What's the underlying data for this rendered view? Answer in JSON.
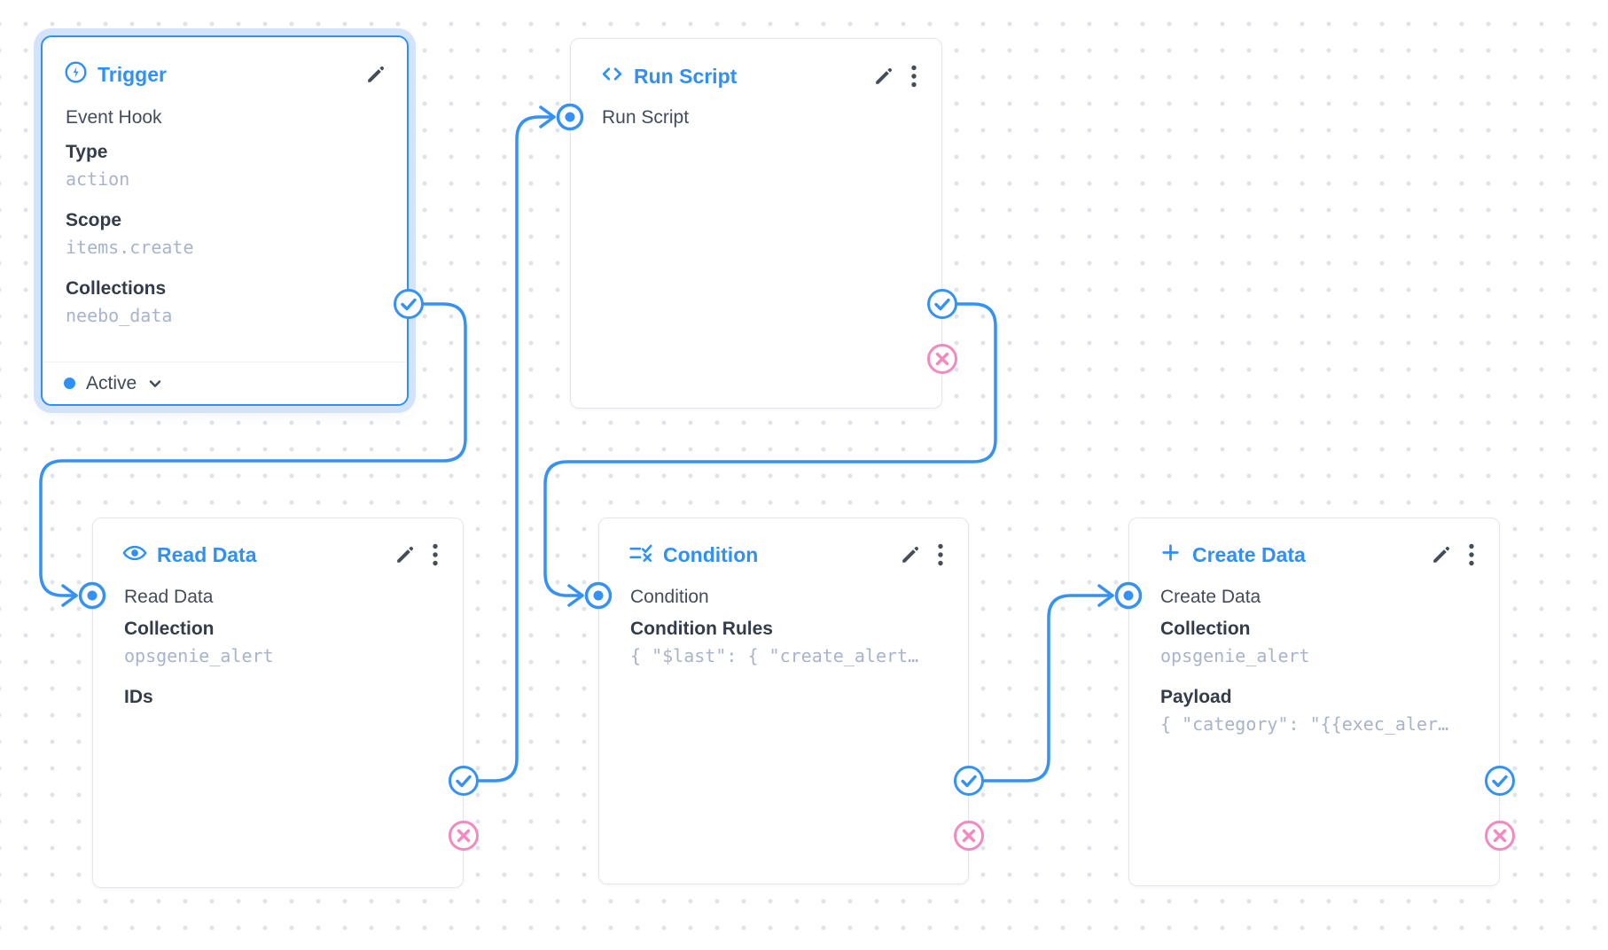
{
  "app": "flow-editor",
  "colors": {
    "accent_blue": "#2e90f8",
    "reject_pink": "#f28ac0",
    "card_border": "#e3e7eb",
    "mono_value_text": "#a7b4cc",
    "label_text": "#434c5b",
    "dot_grid": "#e0e4e9"
  },
  "handles": {
    "input_icon": "dot-circle-icon",
    "resolve_icon": "check-circle-icon",
    "reject_icon": "x-circle-icon"
  },
  "nodes": {
    "trigger": {
      "title": "Trigger",
      "icon": "bolt-circle-icon",
      "subtitle": "Event Hook",
      "fields": [
        {
          "name": "Type",
          "value": "action"
        },
        {
          "name": "Scope",
          "value": "items.create"
        },
        {
          "name": "Collections",
          "value": "neebo_data"
        }
      ],
      "status": "Active"
    },
    "run_script": {
      "title": "Run Script",
      "icon": "code-icon",
      "input_label": "Run Script"
    },
    "read_data": {
      "title": "Read Data",
      "icon": "eye-icon",
      "input_label": "Read Data",
      "fields": [
        {
          "name": "Collection",
          "value": "opsgenie_alert"
        },
        {
          "name": "IDs"
        }
      ]
    },
    "condition": {
      "title": "Condition",
      "icon": "rule-icon",
      "input_label": "Condition",
      "fields": [
        {
          "name": "Condition Rules",
          "value": "{ \"$last\": { \"create_alert…"
        }
      ]
    },
    "create_data": {
      "title": "Create Data",
      "icon": "plus-icon",
      "input_label": "Create Data",
      "fields": [
        {
          "name": "Collection",
          "value": "opsgenie_alert"
        },
        {
          "name": "Payload",
          "value": "{ \"category\": \"{{exec_aler…"
        }
      ]
    }
  }
}
